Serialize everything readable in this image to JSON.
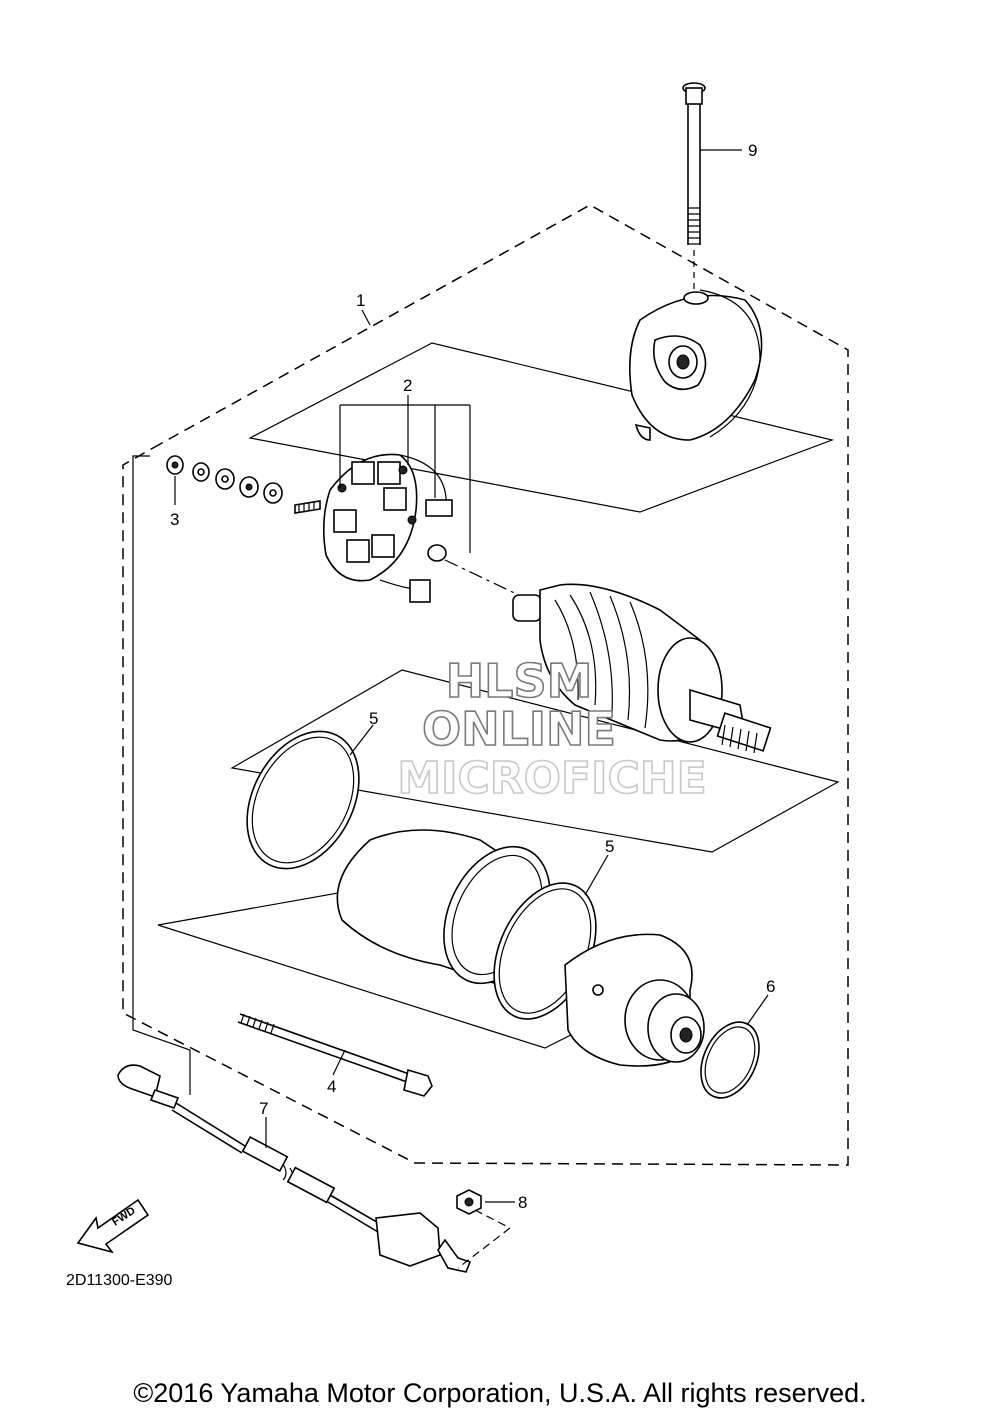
{
  "diagram": {
    "code": "2D11300-E390",
    "copyright": "©2016 Yamaha Motor Corporation, U.S.A. All rights reserved.",
    "fwd_label": "FWD",
    "watermark": {
      "line1": "HLSM",
      "line2": "ONLINE",
      "line3": "MICROFICHE"
    },
    "callouts": {
      "c1": "1",
      "c2": "2",
      "c3": "3",
      "c4": "4",
      "c5a": "5",
      "c5b": "5",
      "c6": "6",
      "c7": "7",
      "c8": "8",
      "c9": "9"
    }
  }
}
